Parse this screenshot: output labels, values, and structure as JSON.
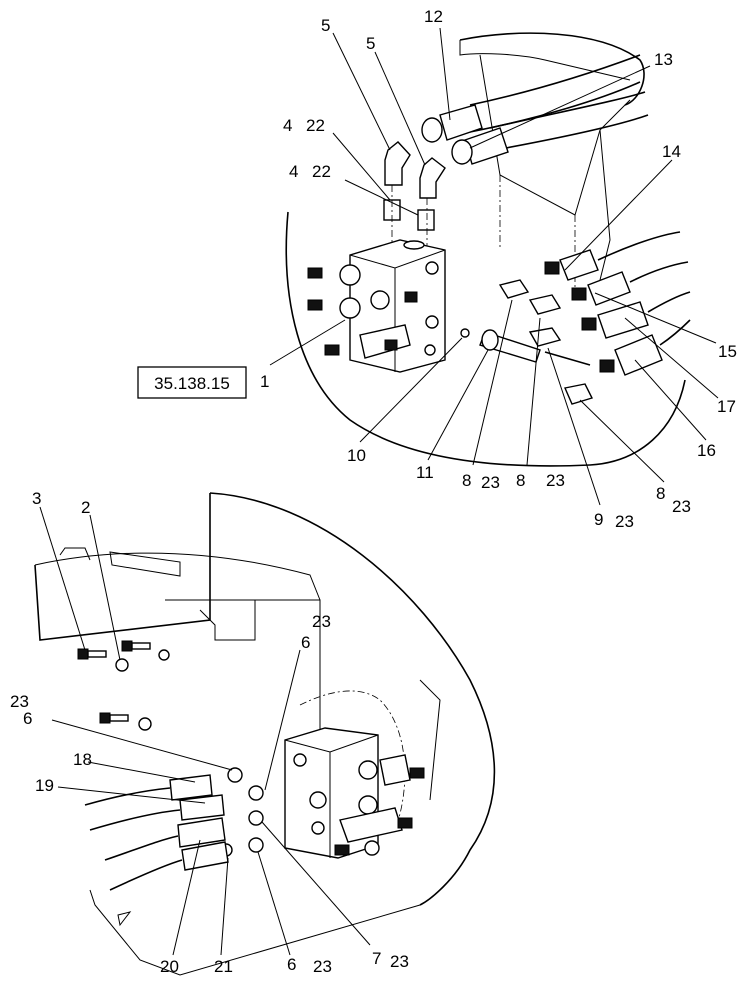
{
  "reference_box": {
    "text": "35.138.15"
  },
  "callouts": [
    {
      "id": "c5a",
      "text": "5"
    },
    {
      "id": "c5b",
      "text": "5"
    },
    {
      "id": "c12",
      "text": "12"
    },
    {
      "id": "c13",
      "text": "13"
    },
    {
      "id": "c4a",
      "text": "4"
    },
    {
      "id": "c22a",
      "text": "22"
    },
    {
      "id": "c4b",
      "text": "4"
    },
    {
      "id": "c22b",
      "text": "22"
    },
    {
      "id": "c14",
      "text": "14"
    },
    {
      "id": "c15",
      "text": "15"
    },
    {
      "id": "c17",
      "text": "17"
    },
    {
      "id": "c16",
      "text": "16"
    },
    {
      "id": "c1",
      "text": "1"
    },
    {
      "id": "c10",
      "text": "10"
    },
    {
      "id": "c11",
      "text": "11"
    },
    {
      "id": "c8a",
      "text": "8"
    },
    {
      "id": "c23a",
      "text": "23"
    },
    {
      "id": "c8b",
      "text": "8"
    },
    {
      "id": "c23b",
      "text": "23"
    },
    {
      "id": "c8c",
      "text": "8"
    },
    {
      "id": "c23c",
      "text": "23"
    },
    {
      "id": "c9",
      "text": "9"
    },
    {
      "id": "c23d",
      "text": "23"
    },
    {
      "id": "c3",
      "text": "3"
    },
    {
      "id": "c2",
      "text": "2"
    },
    {
      "id": "c23e",
      "text": "23"
    },
    {
      "id": "c6a",
      "text": "6"
    },
    {
      "id": "c23f",
      "text": "23"
    },
    {
      "id": "c6b",
      "text": "6"
    },
    {
      "id": "c18",
      "text": "18"
    },
    {
      "id": "c19",
      "text": "19"
    },
    {
      "id": "c20",
      "text": "20"
    },
    {
      "id": "c21",
      "text": "21"
    },
    {
      "id": "c6c",
      "text": "6"
    },
    {
      "id": "c23g",
      "text": "23"
    },
    {
      "id": "c7",
      "text": "7"
    },
    {
      "id": "c23h",
      "text": "23"
    }
  ]
}
